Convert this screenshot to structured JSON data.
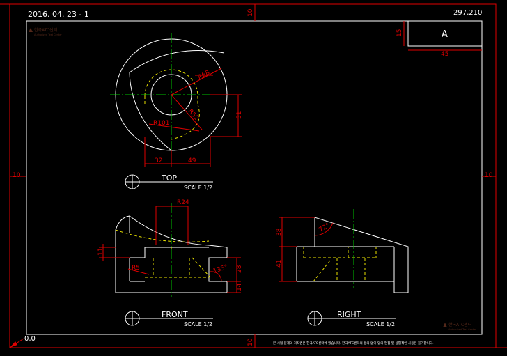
{
  "sheet": {
    "date": "2016. 04. 23 - 1",
    "size": "297,210",
    "origin": "0,0",
    "margin_top": "10",
    "margin_bottom": "10",
    "margin_left": "10",
    "margin_right": "10",
    "copyright": "본 시험 문제의 저작권은 한국ATC센터에 있습니다. 한국ATC센터의 동의 없이 임의 편집 및 상업적인 사용은 불가합니다.",
    "logo_text": "한국ATC센터",
    "logo_subtext": "Authorized Test Center"
  },
  "title_block": {
    "letter": "A",
    "height_dim": "15",
    "width_dim": "45"
  },
  "views": {
    "top": {
      "label": "TOP",
      "scale": "SCALE 1/2"
    },
    "front": {
      "label": "FRONT",
      "scale": "SCALE 1/2"
    },
    "right": {
      "label": "RIGHT",
      "scale": "SCALE 1/2"
    }
  },
  "dimensions": {
    "top": {
      "r68": "R68",
      "r52": "R52",
      "r101": "R101",
      "d51": "51",
      "d32": "32",
      "d49": "49"
    },
    "front": {
      "r24": "R24",
      "d11": "11",
      "r5": "R5",
      "a135": "135°",
      "d28": "28",
      "d14": "14"
    },
    "right": {
      "a72": "72°",
      "d38": "38",
      "d41": "41"
    }
  },
  "colors": {
    "outline": "#ffffff",
    "dimension": "#e00000",
    "centerline": "#00c000",
    "hidden": "#e8e000",
    "background": "#000000"
  }
}
